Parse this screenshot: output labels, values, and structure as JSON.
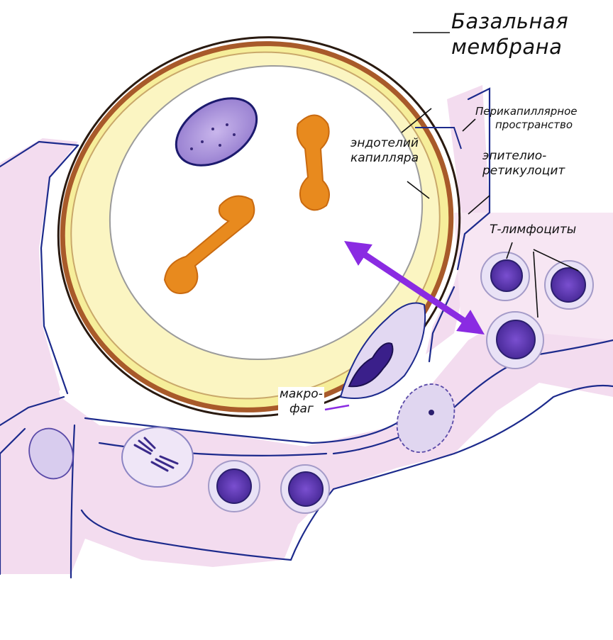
{
  "labels": {
    "basal_membrane_l1": "Базальная",
    "basal_membrane_l2": "мембрана",
    "pericapillary_l1": "Перикапиллярное",
    "pericapillary_l2": "пространство",
    "endothelium_l1": "эндотелий",
    "endothelium_l2": "капилляра",
    "epithelioreticulocyte_l1": "эпителио-",
    "epithelioreticulocyte_l2": "ретикулоцит",
    "t_lymphocytes": "Т-лимфоциты",
    "macrophage_l1": "макро-",
    "macrophage_l2": "фаг"
  },
  "colors": {
    "tissue_pink": "#f3dcef",
    "outline_blue": "#1c2a8c",
    "basal_brown": "#a85a2a",
    "endothelium_yellow": "#f6ee9a",
    "erythrocyte_orange": "#e88a1e",
    "nucleus_purple": "#5a3aa8",
    "arrow_violet": "#8a2be2"
  }
}
